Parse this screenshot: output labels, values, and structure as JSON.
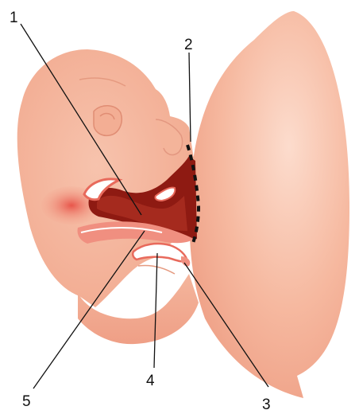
{
  "diagram": {
    "labels": [
      {
        "id": "1",
        "text": "1"
      },
      {
        "id": "2",
        "text": "2"
      },
      {
        "id": "3",
        "text": "3"
      },
      {
        "id": "4",
        "text": "4"
      },
      {
        "id": "5",
        "text": "5"
      }
    ],
    "colors": {
      "skin": "#f6b9a0",
      "skin_light": "#fbd6c6",
      "skin_shadow": "#e89a80",
      "mouth_dark": "#8e1a12",
      "red_fold": "#e8554a",
      "line": "#111111"
    }
  }
}
